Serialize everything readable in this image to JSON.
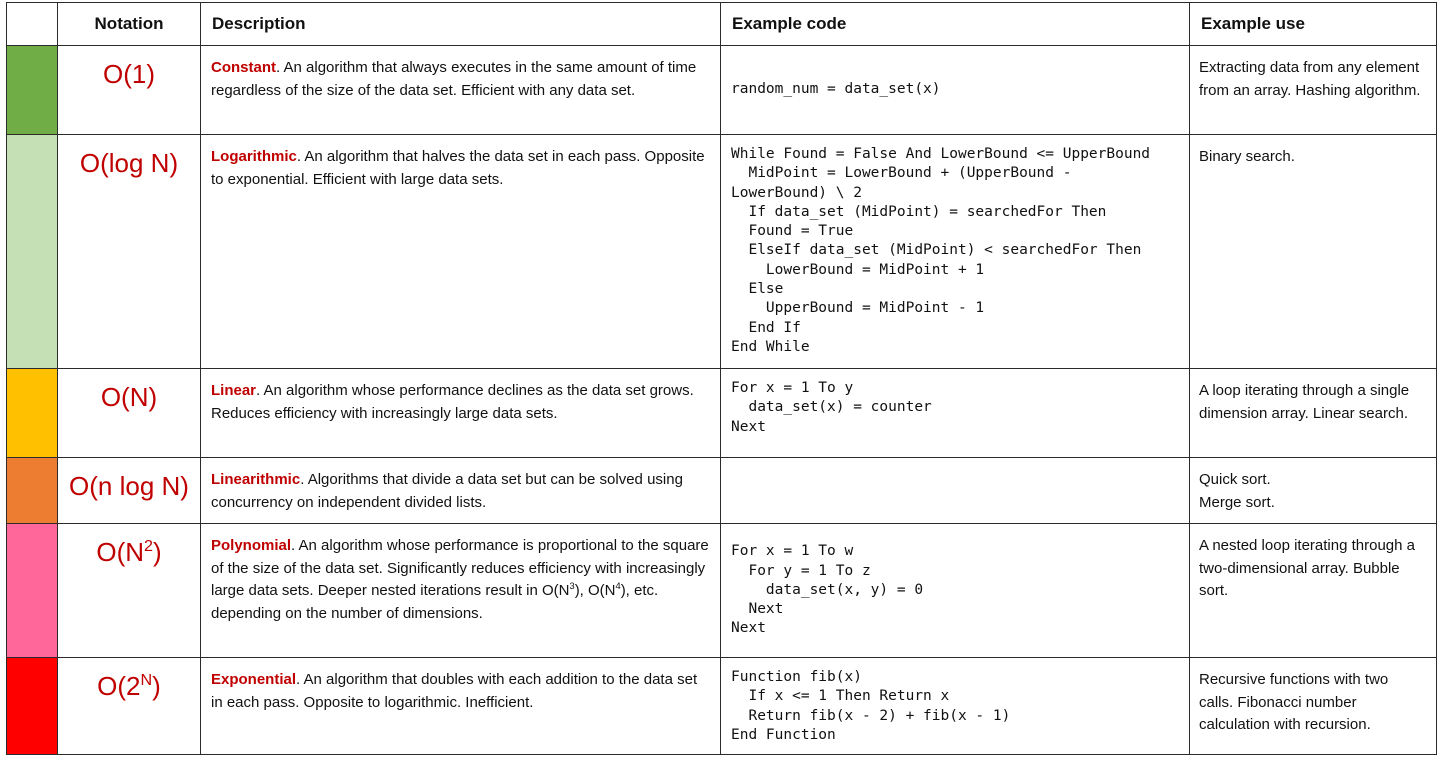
{
  "header": {
    "notation": "Notation",
    "description": "Description",
    "example_code": "Example code",
    "example_use": "Example use"
  },
  "rows": [
    {
      "color": "#70ad47",
      "notation_base": "O(1)",
      "term": "Constant",
      "description": ". An algorithm that always executes in the same amount of time regardless of the size of the data set. Efficient with any data set.",
      "code": "random_num = data_set(x)",
      "use": "Extracting data from any element from an array. Hashing algorithm."
    },
    {
      "color": "#c5e0b4",
      "notation_base": "O(log N)",
      "term": "Logarithmic",
      "description": ". An algorithm that halves the data set in each pass. Opposite to exponential. Efficient with large data sets.",
      "code": "While Found = False And LowerBound <= UpperBound\n  MidPoint = LowerBound + (UpperBound -\nLowerBound) \\ 2\n  If data_set (MidPoint) = searchedFor Then\n  Found = True\n  ElseIf data_set (MidPoint) < searchedFor Then\n    LowerBound = MidPoint + 1\n  Else\n    UpperBound = MidPoint - 1\n  End If\nEnd While",
      "use": "Binary search."
    },
    {
      "color": "#ffc000",
      "notation_base": "O(N)",
      "term": "Linear",
      "description": ". An algorithm whose performance declines as the data set grows. Reduces efficiency with increasingly large data sets.",
      "code": "For x = 1 To y\n  data_set(x) = counter\nNext",
      "use": "A loop iterating through a single dimension array. Linear search."
    },
    {
      "color": "#ed7d31",
      "notation_base": "O(n log N)",
      "term": "Linearithmic",
      "description": ". Algorithms that divide a data set but can be solved using concurrency on independent divided lists.",
      "code": "",
      "use_line1": "Quick sort.",
      "use_line2": "Merge sort."
    },
    {
      "color": "#ff6699",
      "notation_base": "O(N",
      "notation_sup": "2",
      "notation_end": ")",
      "term": "Polynomial",
      "description": ". An algorithm whose performance is proportional to the square of the size of the data set. Significantly reduces efficiency with increasingly large data sets. Deeper nested iterations result in O(N",
      "desc_sup1": "3",
      "desc_mid": "), O(N",
      "desc_sup2": "4",
      "desc_end": "), etc. depending on the number of dimensions.",
      "code": "For x = 1 To w\n  For y = 1 To z\n    data_set(x, y) = 0\n  Next\nNext",
      "use": "A nested loop iterating through a two-dimensional array. Bubble sort."
    },
    {
      "color": "#ff0000",
      "notation_base": "O(2",
      "notation_sup": "N",
      "notation_end": ")",
      "term": "Exponential",
      "description": ". An algorithm that doubles with each addition to the data set in each pass. Opposite to logarithmic. Inefficient.",
      "code": "Function fib(x)\n  If x <= 1 Then Return x\n  Return fib(x - 2) + fib(x - 1)\nEnd Function",
      "use": "Recursive functions with two calls. Fibonacci number calculation with recursion."
    }
  ]
}
